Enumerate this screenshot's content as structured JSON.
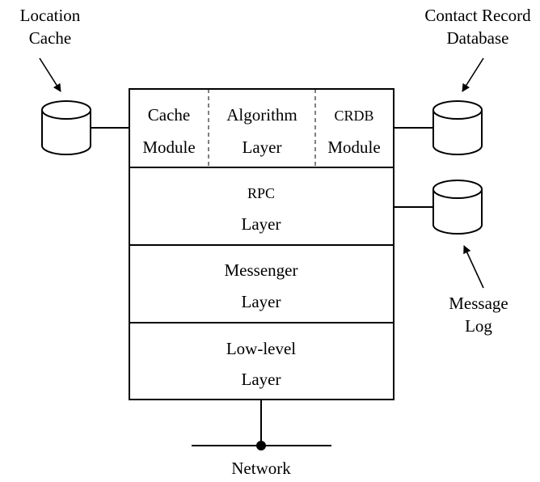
{
  "labels": {
    "location_cache": [
      "Location",
      "Cache"
    ],
    "contact_record_database": [
      "Contact Record",
      "Database"
    ],
    "message_log": [
      "Message",
      "Log"
    ],
    "network": "Network"
  },
  "modules": {
    "cache": [
      "Cache",
      "Module"
    ],
    "algorithm": [
      "Algorithm",
      "Layer"
    ],
    "crdb": [
      "CRDB",
      "Module"
    ]
  },
  "layers": {
    "rpc": [
      "RPC",
      "Layer"
    ],
    "messenger": [
      "Messenger",
      "Layer"
    ],
    "lowlevel": [
      "Low-level",
      "Layer"
    ]
  },
  "icons": {
    "database": "database-cylinder-icon"
  }
}
